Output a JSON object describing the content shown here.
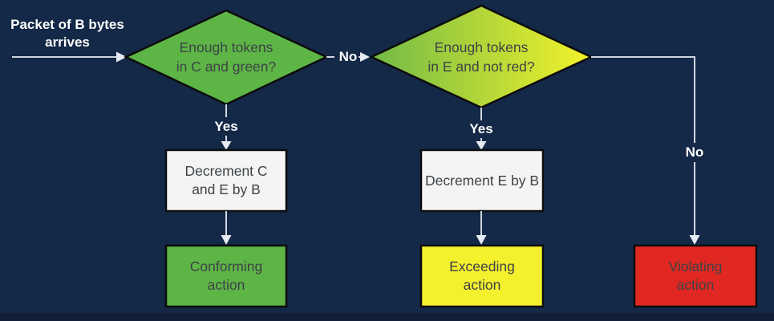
{
  "colors": {
    "background": "#142847",
    "footer_strip": "#121f38",
    "green": "#5db546",
    "gradient_left": "#72ba47",
    "gradient_right": "#f3f22b",
    "yellow": "#f4f02d",
    "red": "#e02721",
    "process_fill": "#f4f4f4",
    "border": "#0c0c0c",
    "connector": "#e7ecf2",
    "label_light": "#ffffff",
    "label_dark": "#3e4347"
  },
  "start": {
    "label": "Packet of B bytes\narrives"
  },
  "decisions": [
    {
      "label": "Enough tokens\nin C and green?"
    },
    {
      "label": "Enough tokens\nin E and not red?"
    }
  ],
  "branches": {
    "yes1": "Yes",
    "no1": "No",
    "yes2": "Yes",
    "no2": "No"
  },
  "processes": [
    {
      "label": "Decrement C\nand E by B"
    },
    {
      "label": "Decrement E by B"
    }
  ],
  "actions": [
    {
      "label": "Conforming\naction"
    },
    {
      "label": "Exceeding\naction"
    },
    {
      "label": "Violating\naction"
    }
  ]
}
